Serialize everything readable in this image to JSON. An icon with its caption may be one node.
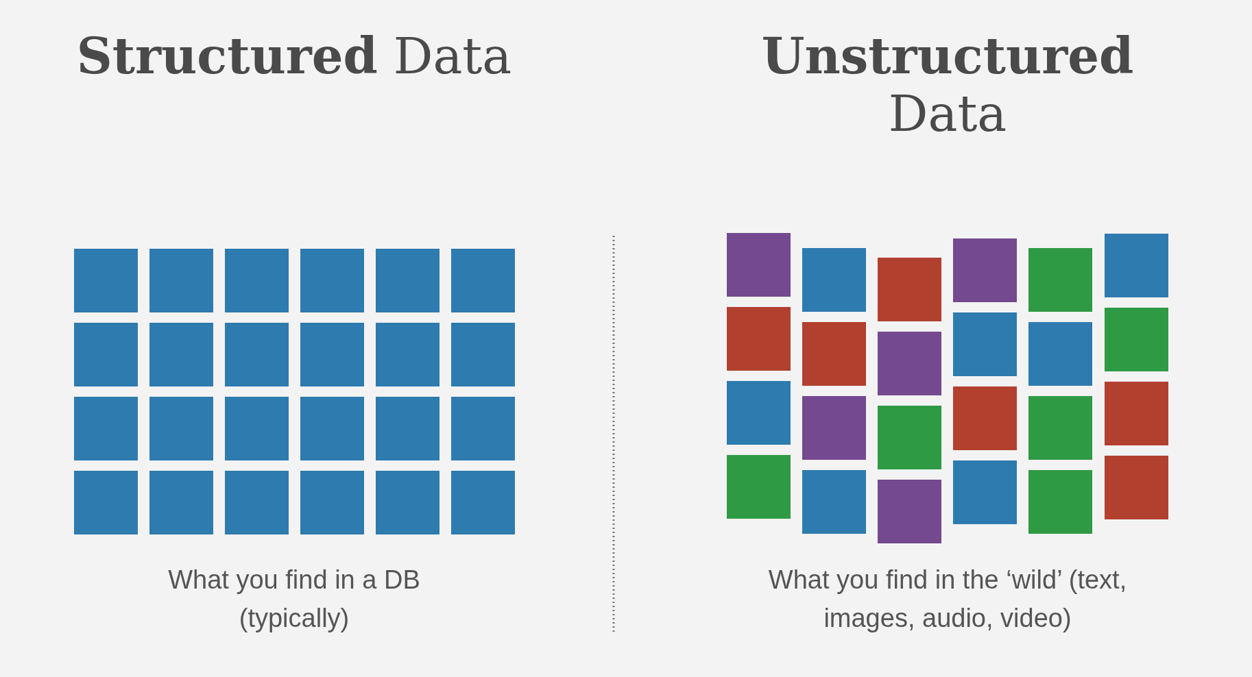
{
  "diagram": {
    "labels": [
      "**Structured** Data",
      "**Unstructured** Data",
      "What you find in a DB (typically)",
      "What you find in the ‘wild’ (text, images, audio, video)"
    ]
  }
}
